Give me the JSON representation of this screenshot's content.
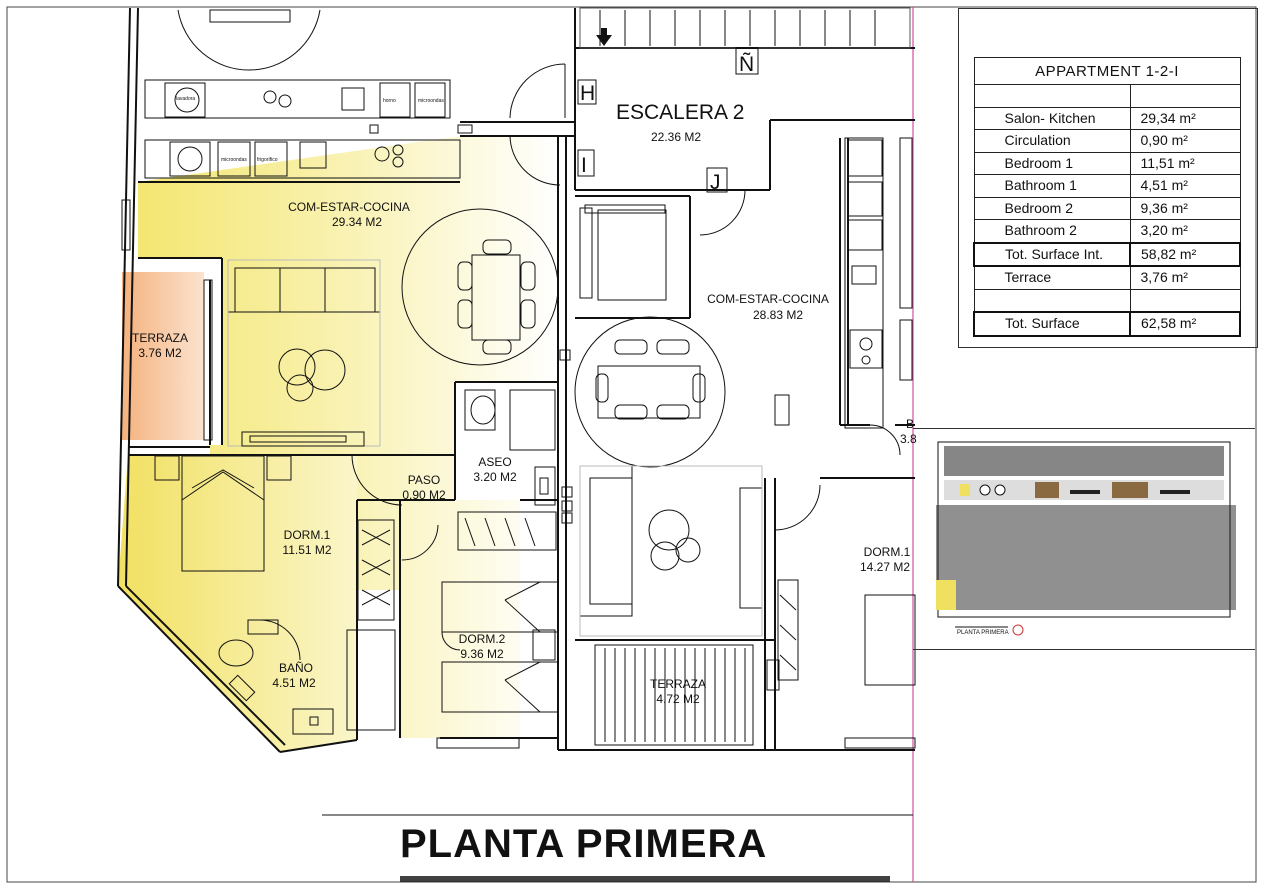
{
  "drawing_title": "PLANTA PRIMERA",
  "stair": {
    "name": "ESCALERA 2",
    "area": "22.36 M2",
    "letters": [
      "H",
      "I",
      "J",
      "Ñ"
    ]
  },
  "rooms": [
    {
      "id": "living-left",
      "name": "COM-ESTAR-COCINA",
      "area": "29.34 M2"
    },
    {
      "id": "terrace-left",
      "name": "TERRAZA",
      "area": "3.76 M2"
    },
    {
      "id": "dorm1-left",
      "name": "DORM.1",
      "area": "11.51 M2"
    },
    {
      "id": "passage",
      "name": "PASO",
      "area": "0.90 M2"
    },
    {
      "id": "toilet",
      "name": "ASEO",
      "area": "3.20 M2"
    },
    {
      "id": "bath-left",
      "name": "BAÑO",
      "area": "4.51 M2"
    },
    {
      "id": "dorm2-left",
      "name": "DORM.2",
      "area": "9.36 M2"
    },
    {
      "id": "living-right",
      "name": "COM-ESTAR-COCINA",
      "area": "28.83 M2"
    },
    {
      "id": "terrace-right",
      "name": "TERRAZA",
      "area": "4.72 M2"
    },
    {
      "id": "dorm1-right",
      "name": "DORM.1",
      "area": "14.27 M2"
    },
    {
      "id": "cut-room",
      "name": "B",
      "area": "3.8"
    }
  ],
  "appliances": {
    "washer": "lavadora",
    "microwave": "microondas",
    "fridge": "frigorífico",
    "oven": "horno"
  },
  "table": {
    "title": "APPARTMENT 1-2-I",
    "rows": [
      {
        "name": "",
        "value": ""
      },
      {
        "name": "Salon- Kitchen",
        "value": "29,34 m²"
      },
      {
        "name": "Circulation",
        "value": "0,90 m²"
      },
      {
        "name": "Bedroom 1",
        "value": "11,51 m²"
      },
      {
        "name": "Bathroom 1",
        "value": "4,51 m²"
      },
      {
        "name": "Bedroom 2",
        "value": "9,36 m²"
      },
      {
        "name": "Bathroom 2",
        "value": "3,20 m²"
      },
      {
        "name": "Tot. Surface Int.",
        "value": "58,82 m²",
        "highlight": true
      },
      {
        "name": "Terrace",
        "value": "3,76 m²"
      },
      {
        "name": "",
        "value": ""
      },
      {
        "name": "Tot. Surface",
        "value": "62,58 m²",
        "highlight": true
      }
    ]
  },
  "thumbnail": {
    "caption": "PLANTA PRIMERA"
  },
  "colors": {
    "highlight_yellow": "#f7ef9a",
    "terrace_orange": "#f2a26b",
    "frame_magenta": "#d04fa0"
  }
}
